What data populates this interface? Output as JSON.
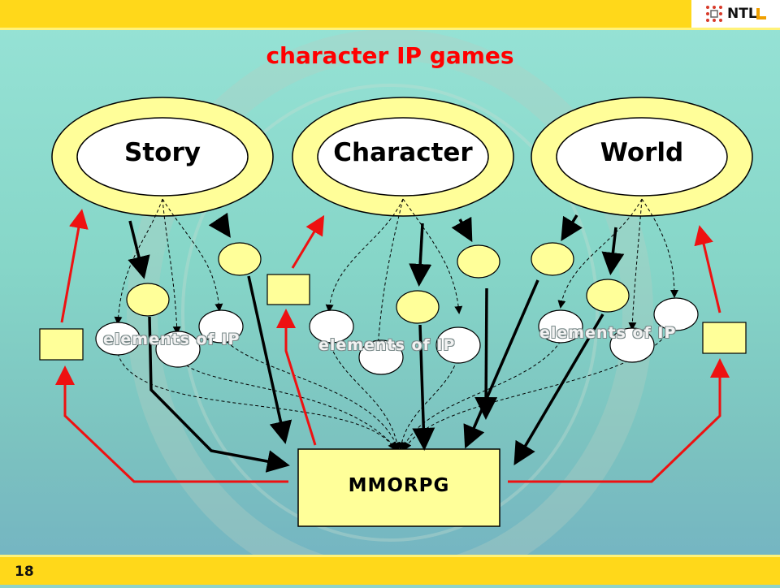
{
  "slide": {
    "title": "character IP games",
    "page_number": "18",
    "logo_text": "NTL"
  },
  "diagram": {
    "sources": [
      {
        "id": "story",
        "label": "Story"
      },
      {
        "id": "character",
        "label": "Character"
      },
      {
        "id": "world",
        "label": "World"
      }
    ],
    "element_labels": [
      "elements of IP",
      "elements of IP",
      "elements of IP"
    ],
    "target": {
      "label": "MMORPG"
    }
  },
  "colors": {
    "bar": "#ffd81a",
    "outer_bubble": "#fffe99",
    "node": "#ffff99",
    "title": "#ff0000",
    "arrow_red": "#ee1111",
    "arrow_black": "#000000"
  }
}
